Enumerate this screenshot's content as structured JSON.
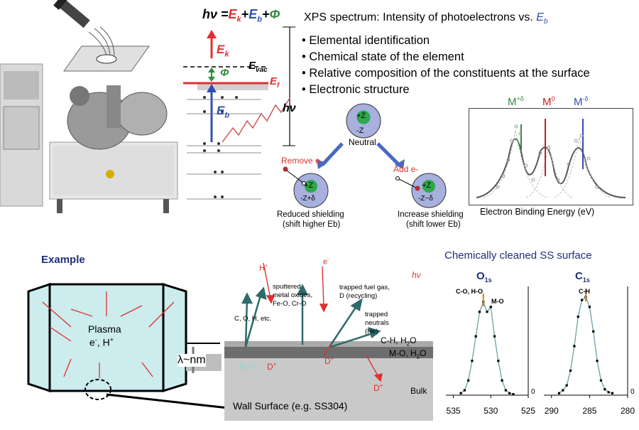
{
  "colors": {
    "red": "#e03030",
    "blue": "#3050b0",
    "green": "#2e8b3e",
    "navy": "#1f2f7a",
    "orange": "#e07a10",
    "teal": "#2f6b6b",
    "gray": "#bdbdbd"
  },
  "top": {
    "equation": {
      "hv": "hν",
      "eq": " =",
      "ek": "E",
      "ek_sub": "k",
      "plus1": "+",
      "eb": "E",
      "eb_sub": "b",
      "plus2": "+",
      "phi": "Φ"
    },
    "levels": {
      "ek": "E",
      "ek_sub": "k",
      "phi": "Φ",
      "evac": "E",
      "evac_sub": "vac",
      "ef": "E",
      "ef_sub": "f",
      "eb": "E",
      "eb_sub": "b",
      "hv": "hν"
    },
    "xps_title": "XPS spectrum: Intensity of photoelectrons vs. ",
    "xps_title_eb": "E",
    "xps_title_eb_sub": "b",
    "bullets": [
      "Elemental identification",
      "Chemical state of the element",
      "Relative composition of the constituents at the surface",
      "Electronic structure"
    ],
    "atoms": {
      "neutral": {
        "nucleus": "+Z",
        "shell": "-Z",
        "label": "Neutral"
      },
      "left": {
        "action": "Remove e-",
        "nucleus": "+Z",
        "shell": "-Z+δ",
        "label1": "Reduced shielding",
        "label2": "(shift higher Eb)"
      },
      "right": {
        "action": "Add e-",
        "nucleus": "+Z",
        "shell": "-Z−δ",
        "label1": "Increase shielding",
        "label2": "(shift lower Eb)"
      }
    },
    "spectrum": {
      "m_plus": "M",
      "m_plus_sup": "+δ",
      "m_zero": "M",
      "m_zero_sup": "0",
      "m_minus": "M",
      "m_minus_sup": "-δ",
      "xlabel": "Electron Binding Energy (eV)"
    }
  },
  "bottom": {
    "example": "Example",
    "plasma": {
      "line1": "Plasma",
      "line2_a": "e",
      "line2_a_sup": "-",
      "line2_b": ", H",
      "line2_b_sup": "+"
    },
    "lambda": "λ~nm",
    "wall": "Wall Surface (e.g. SS304)",
    "surface": {
      "hplus": "H",
      "hplus_sup": "+",
      "eminus": "e",
      "eminus_sup": "-",
      "hv": "hν",
      "sputtered": [
        "sputtered",
        "metal oxides,",
        "Fe-O, Cr-O"
      ],
      "trapped_fuel": [
        "trapped fuel gas,",
        "D (recycling)"
      ],
      "trapped_neutrals": [
        "trapped",
        "neutrals",
        "(He)"
      ],
      "coh": "C, O, H, etc.",
      "layer1": "C-H, H",
      "layer1_sub": "2",
      "layer1_end": "O",
      "layer2": "M-O, H",
      "layer2_sub": "2",
      "layer2_end": "O",
      "bulk": "Bulk",
      "h2o": "H",
      "h2o_sub": "2",
      "h2o_end": "O",
      "dplus": "D",
      "dplus_sup": "+"
    },
    "clean_title": "Chemically cleaned SS  surface"
  },
  "chart_data": [
    {
      "type": "line",
      "title": "O",
      "title_sub": "1s",
      "annotations": [
        "C-O, H-O",
        "M-O"
      ],
      "x_ticks": [
        "535",
        "530",
        "525"
      ],
      "y_ticks": [
        "0"
      ],
      "xlim": [
        536,
        525
      ],
      "series": [
        {
          "x": [
            534,
            533.5,
            533,
            532.5,
            532,
            531.5,
            531,
            530.5,
            530,
            529.5,
            529,
            528.5,
            528,
            527.5,
            527
          ],
          "values": [
            0.02,
            0.05,
            0.15,
            0.35,
            0.6,
            0.85,
            0.95,
            0.85,
            0.9,
            0.6,
            0.35,
            0.15,
            0.05,
            0.02,
            0.01
          ]
        }
      ]
    },
    {
      "type": "line",
      "title": "C",
      "title_sub": "1s",
      "annotations": [
        "C-H"
      ],
      "x_ticks": [
        "290",
        "285",
        "280"
      ],
      "y_ticks": [
        "0"
      ],
      "xlim": [
        291,
        280
      ],
      "series": [
        {
          "x": [
            289,
            288.5,
            288,
            287.5,
            287,
            286.5,
            286,
            285.5,
            285,
            284.5,
            284,
            283.5,
            283,
            282.5,
            282
          ],
          "values": [
            0.02,
            0.05,
            0.1,
            0.25,
            0.5,
            0.8,
            0.97,
            1.0,
            0.9,
            0.65,
            0.35,
            0.15,
            0.06,
            0.03,
            0.02
          ]
        }
      ]
    }
  ]
}
